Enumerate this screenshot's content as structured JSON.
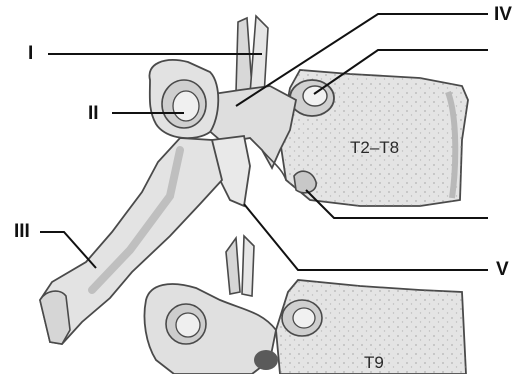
{
  "callouts": {
    "i": "I",
    "ii": "II",
    "iii": "III",
    "iv": "IV",
    "v": "V"
  },
  "vertebra_labels": {
    "upper": "T2–T8",
    "lower": "T9"
  },
  "colors": {
    "bone_fill": "#e4e4e4",
    "bone_shadow": "#b9b9b9",
    "bone_outline": "#4a4a4a",
    "leader_line": "#111111",
    "background": "#ffffff"
  }
}
